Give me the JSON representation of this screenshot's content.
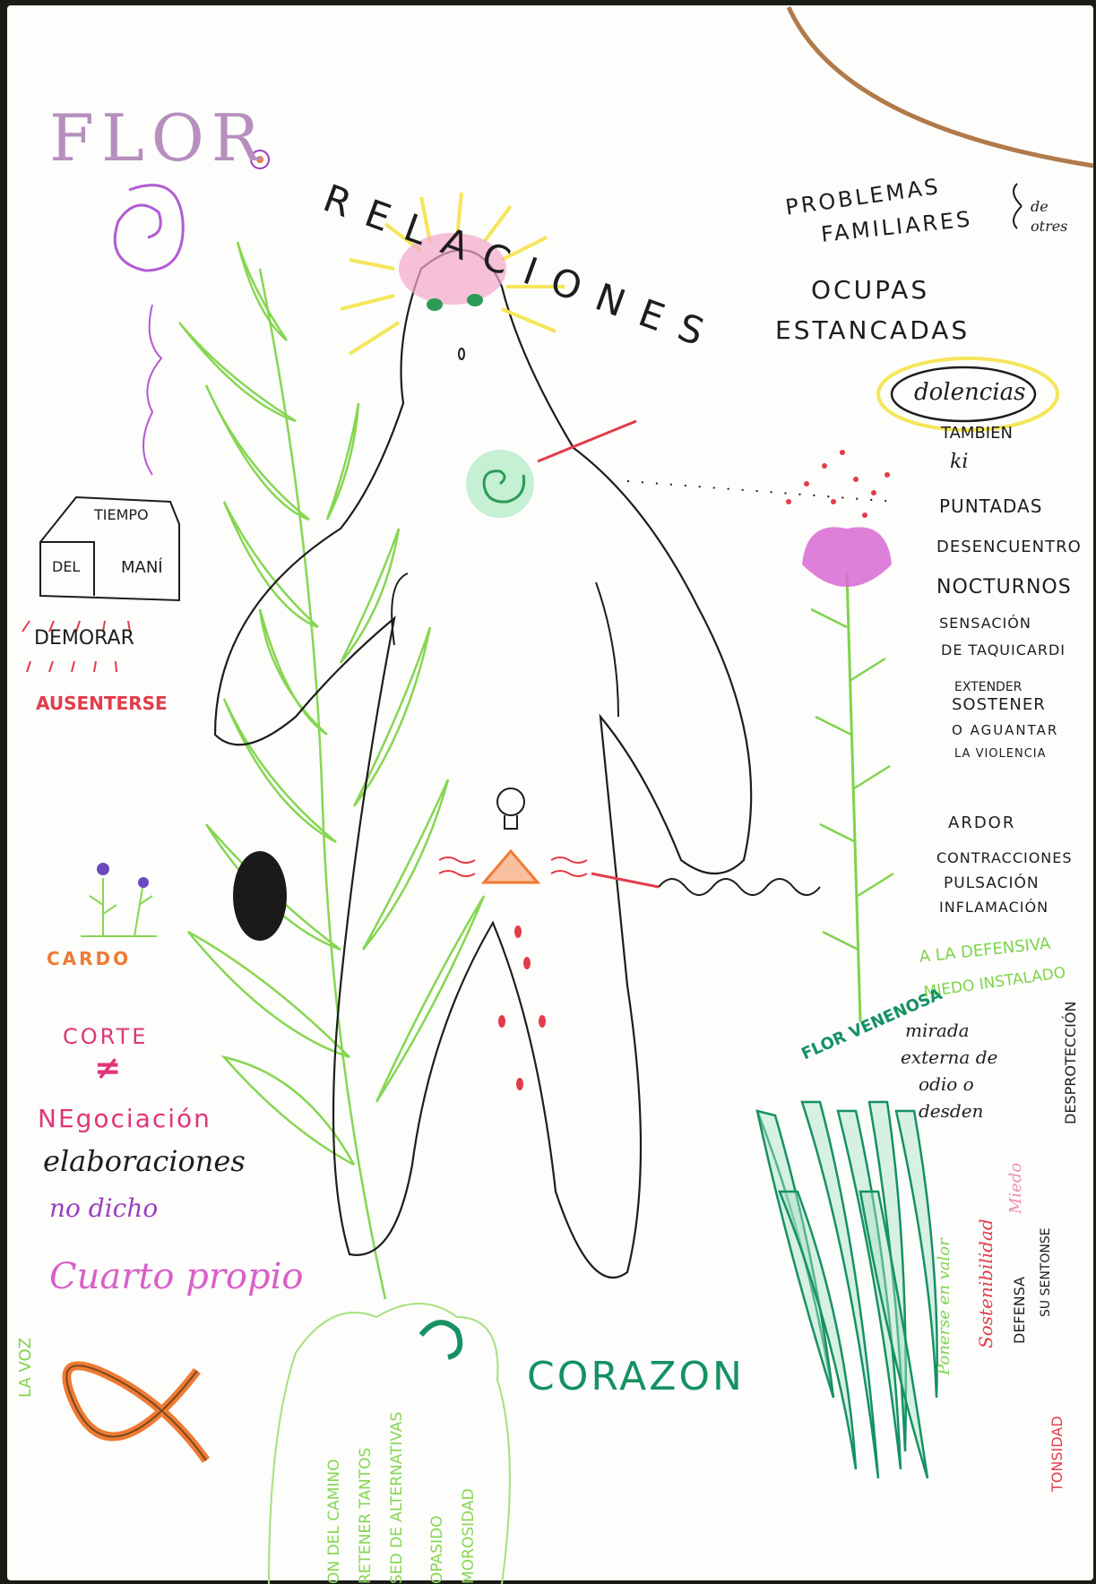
{
  "colors": {
    "ink": "#1d1d1d",
    "leaf_green": "#7fd34b",
    "dark_green": "#159164",
    "pink": "#d860c9",
    "magenta": "#e0357a",
    "orange": "#ef7a35",
    "red": "#e23c4a",
    "purple": "#9a3fbf",
    "yellow": "#f5e65a"
  },
  "left": {
    "flor": "FLOR",
    "house_tiempo": "TIEMPO",
    "house_del": "DEL",
    "house_mani": "MANÍ",
    "demorar": "DEMORAR",
    "ausentarse": "AUSENTERSE",
    "cardo": "CARDO",
    "corte": "CORTE",
    "not_equal": "≠",
    "negociacion": "NEgociación",
    "elaboraciones": "elaboraciones",
    "no_dicho": "no dicho",
    "cuarto_propio": "Cuarto propio",
    "la_voz": "LA VOZ"
  },
  "center": {
    "relaciones": "RELACIONES",
    "root_lines": [
      "ON DEL CAMINO",
      "RETENER TANTOS",
      "SED DE ALTERNATIVAS",
      "OPASIDO",
      "MOROSIDAD"
    ],
    "corazon": "CORAZON"
  },
  "right": {
    "problemas": "PROBLEMAS",
    "familiares": "FAMILIARES",
    "de_otres": "de otres",
    "ocupas": "OCUPAS",
    "estancadas": "ESTANCADAS",
    "dolencias": "dolencias",
    "tambien": "TAMBIEN",
    "ki": "ki",
    "puntadas": "PUNTADAS",
    "desencuentros": "DESENCUENTRO",
    "nocturnos": "NOCTURNOS",
    "sensacion": "SENSACIÓN",
    "taquicardia": "DE TAQUICARDI",
    "extender": "EXTENDER",
    "sostener": "SOSTENER",
    "aguantar": "O AGUANTAR",
    "violencia": "LA VIOLENCIA",
    "ardor": "ARDOR",
    "contracciones": "CONTRACCIONES",
    "pulsacion": "PULSACIÓN",
    "inflamacion": "INFLAMACIÓN",
    "a_la_defensiva": "A LA DEFENSIVA",
    "miedo_instalado": "MIEDO INSTALADO",
    "flor_venenosa": "FLOR VENENOSA",
    "mirada": "mirada",
    "externa": "externa de",
    "odio": "odio o",
    "desden": "desden",
    "desproteccion": "DESPROTECCIÓN",
    "ponerse_en_valor": "Ponerse en valor",
    "sostenibilidad": "Sostenibilidad",
    "miedo": "Miedo",
    "defensa": "DEFENSA",
    "su_sentonse": "SU SENTONSE",
    "tonsidad": "TONSIDAD"
  }
}
